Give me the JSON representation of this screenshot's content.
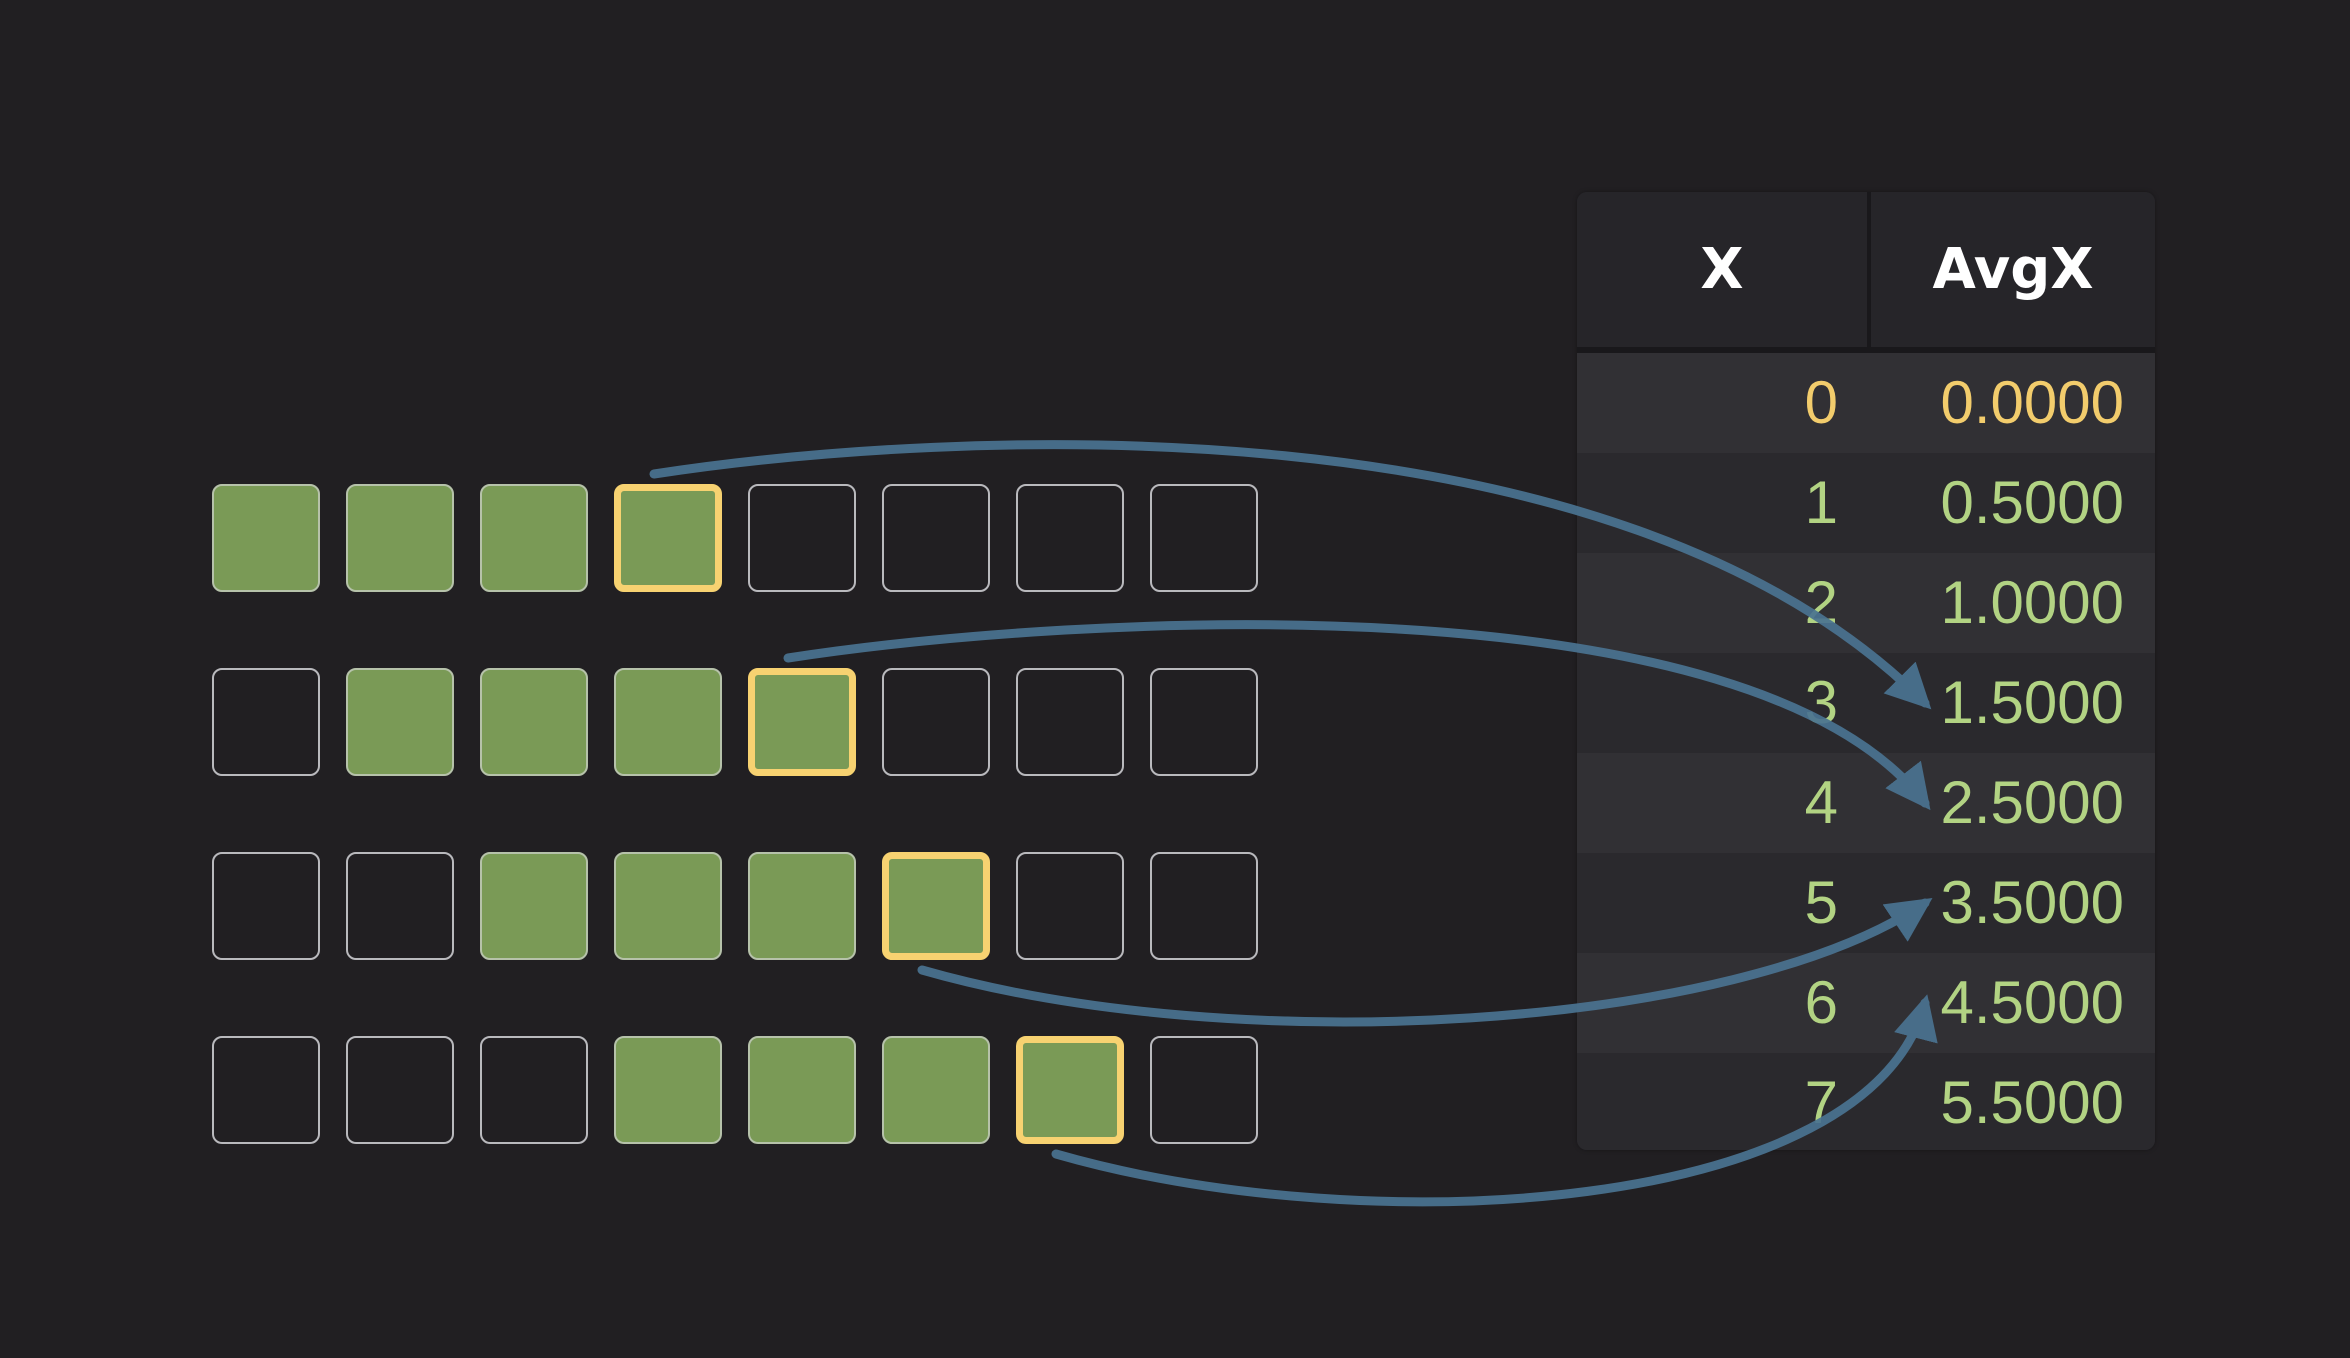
{
  "table": {
    "headers": {
      "x": "X",
      "avg": "AvgX"
    },
    "rows": [
      {
        "x": "0",
        "avg": "0.0000",
        "highlight": true
      },
      {
        "x": "1",
        "avg": "0.5000",
        "highlight": false
      },
      {
        "x": "2",
        "avg": "1.0000",
        "highlight": false
      },
      {
        "x": "3",
        "avg": "1.5000",
        "highlight": false
      },
      {
        "x": "4",
        "avg": "2.5000",
        "highlight": false
      },
      {
        "x": "5",
        "avg": "3.5000",
        "highlight": false
      },
      {
        "x": "6",
        "avg": "4.5000",
        "highlight": false
      },
      {
        "x": "7",
        "avg": "5.5000",
        "highlight": false
      }
    ]
  },
  "windows": [
    {
      "filled": [
        0,
        1,
        2,
        3
      ],
      "current": 3,
      "target_row": 3
    },
    {
      "filled": [
        1,
        2,
        3,
        4
      ],
      "current": 4,
      "target_row": 4
    },
    {
      "filled": [
        2,
        3,
        4,
        5
      ],
      "current": 5,
      "target_row": 5
    },
    {
      "filled": [
        3,
        4,
        5,
        6
      ],
      "current": 6,
      "target_row": 6
    }
  ],
  "cells_per_row": 8,
  "colors": {
    "background": "#211f22",
    "filled_cell": "#7a9a56",
    "current_border": "#f7d271",
    "empty_border": "#b9b9bd",
    "arrow": "#4a7391",
    "value_text": "#b2d383",
    "highlight_text": "#f2cc6c"
  }
}
